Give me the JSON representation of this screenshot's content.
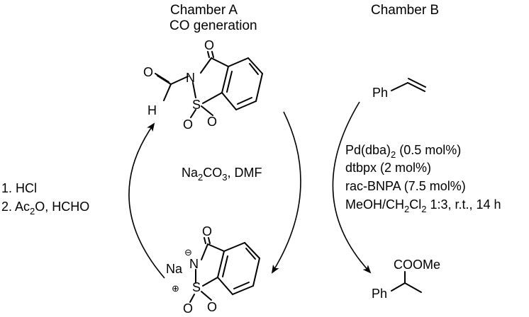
{
  "chamber_a": {
    "title": "Chamber A",
    "subtitle": "CO generation"
  },
  "chamber_b": {
    "title": "Chamber B"
  },
  "formyl_saccharin": {
    "o_top": "O",
    "o_ald": "O",
    "h": "H",
    "n": "N",
    "s": "S",
    "o_s1": "O",
    "o_s2": "O"
  },
  "sodium_saccharin": {
    "o_top": "O",
    "na": "Na",
    "n": "N",
    "s": "S",
    "o_s1": "O",
    "o_s2": "O",
    "minus": "⊖",
    "plus": "⊕"
  },
  "styrene": {
    "ph": "Ph"
  },
  "product": {
    "coome": "COOMe",
    "ph": "Ph"
  },
  "conditions_a": {
    "text_pre": "Na",
    "sub": "2",
    "text_post": "CO",
    "sub2": "3",
    "text_end": ", DMF"
  },
  "regeneration": {
    "step1": "1. HCl",
    "step2_pre": "2. Ac",
    "step2_sub": "2",
    "step2_post": "O, HCHO"
  },
  "conditions_b": {
    "line1_pre": "Pd(dba)",
    "line1_sub": "2",
    "line1_post": " (0.5 mol%)",
    "line2": "dtbpx (2 mol%)",
    "line3": "rac-BNPA (7.5 mol%)",
    "line4_pre": "MeOH/CH",
    "line4_sub1": "2",
    "line4_mid": "Cl",
    "line4_sub2": "2",
    "line4_post": " 1:3, r.t., 14 h"
  }
}
